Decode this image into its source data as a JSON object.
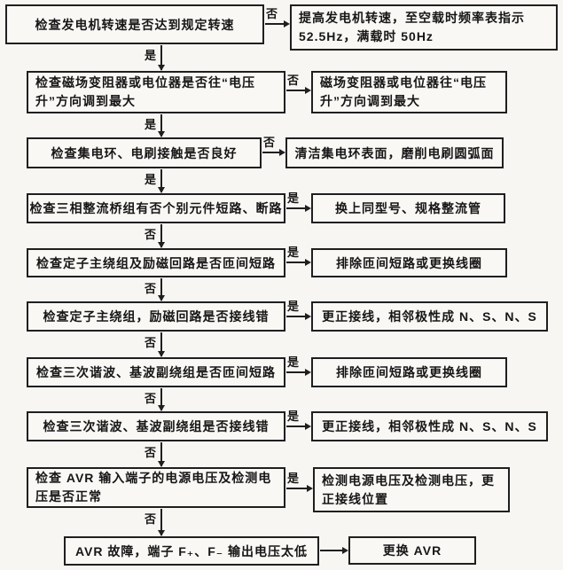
{
  "colors": {
    "paper": "#f7f6f3",
    "ink": "#1f1f1f"
  },
  "labels": {
    "yes": "是",
    "no": "否"
  },
  "rows": [
    {
      "check": "检查发电机转速是否达到规定转速",
      "branch": "否",
      "action": "提高发电机转速，至空载时频率表指示 52.5Hz，满载时 50Hz",
      "next": "是"
    },
    {
      "check": "检查磁场变阻器或电位器是否往“电压升”方向调到最大",
      "branch": "否",
      "action": "磁场变阻器或电位器往“电压升”方向调到最大",
      "next": "是"
    },
    {
      "check": "检查集电环、电刷接触是否良好",
      "branch": "否",
      "action": "清洁集电环表面，磨削电刷圆弧面",
      "next": "是"
    },
    {
      "check": "检查三相整流桥组有否个别元件短路、断路",
      "branch": "是",
      "action": "换上同型号、规格整流管",
      "next": "否"
    },
    {
      "check": "检查定子主绕组及励磁回路是否匝间短路",
      "branch": "是",
      "action": "排除匝间短路或更换线圈",
      "next": "否"
    },
    {
      "check": "检查定子主绕组，励磁回路是否接线错",
      "branch": "是",
      "action": "更正接线，相邻极性成 N、S、N、S",
      "next": "否"
    },
    {
      "check": "检查三次谐波、基波副绕组是否匝间短路",
      "branch": "是",
      "action": "排除匝间短路或更换线圈",
      "next": "否"
    },
    {
      "check": "检查三次谐波、基波副绕组是否接线错",
      "branch": "是",
      "action": "更正接线，相邻极性成 N、S、N、S",
      "next": "否"
    },
    {
      "check": "检查 AVR 输入端子的电源电压及检测电压是否正常",
      "branch": "是",
      "action": "检测电源电压及检测电压，更正接线位置",
      "next": "否"
    },
    {
      "check": "AVR 故障，端子 F₊、F₋ 输出电压太低",
      "branch": "",
      "action": "更换 AVR",
      "next": ""
    }
  ]
}
